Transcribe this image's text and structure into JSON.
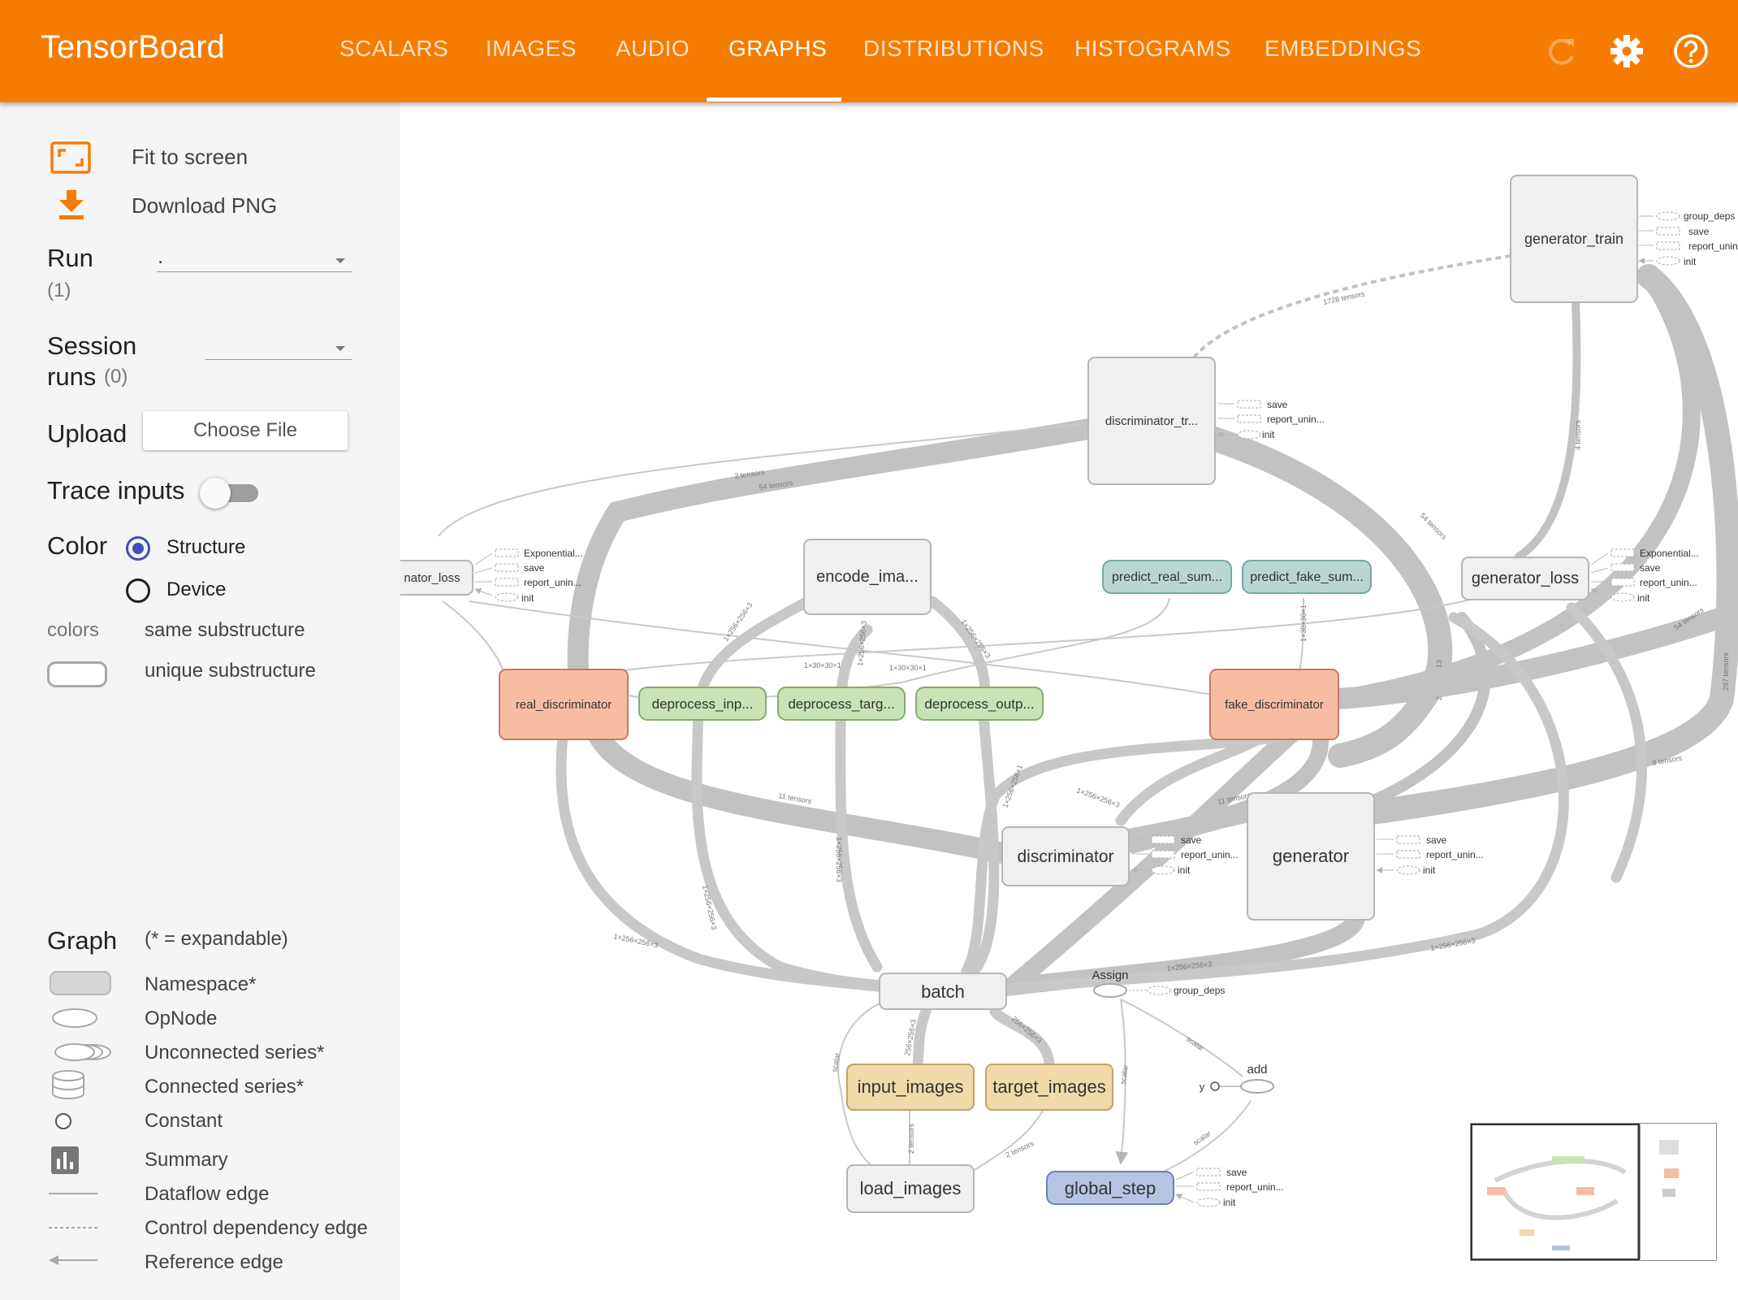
{
  "header": {
    "brand": "TensorBoard",
    "tabs": [
      {
        "label": "SCALARS"
      },
      {
        "label": "IMAGES"
      },
      {
        "label": "AUDIO"
      },
      {
        "label": "GRAPHS",
        "active": true
      },
      {
        "label": "DISTRIBUTIONS"
      },
      {
        "label": "HISTOGRAMS"
      },
      {
        "label": "EMBEDDINGS"
      }
    ],
    "icons": [
      "refresh-icon",
      "settings-gear-icon",
      "help-icon"
    ],
    "color": "#f57c00"
  },
  "sidebar": {
    "fit_to_screen": "Fit to screen",
    "download_png": "Download PNG",
    "run_label": "Run",
    "run_count": "(1)",
    "run_value": ".",
    "session_label_1": "Session",
    "session_label_2": "runs",
    "session_count": "(0)",
    "upload_label": "Upload",
    "choose_file": "Choose File",
    "trace_inputs": "Trace inputs",
    "color_label": "Color",
    "color_options": [
      "Structure",
      "Device"
    ],
    "colors_label": "colors",
    "same_substructure": "same substructure",
    "unique_substructure": "unique substructure",
    "graph_label": "Graph",
    "expandable_note": "(* = expandable)",
    "legend": [
      {
        "icon": "namespace-icon",
        "label": "Namespace*"
      },
      {
        "icon": "opnode-icon",
        "label": "OpNode"
      },
      {
        "icon": "unconnected-series-icon",
        "label": "Unconnected series*"
      },
      {
        "icon": "connected-series-icon",
        "label": "Connected series*"
      },
      {
        "icon": "constant-icon",
        "label": "Constant"
      },
      {
        "icon": "summary-icon",
        "label": "Summary"
      },
      {
        "icon": "dataflow-edge-icon",
        "label": "Dataflow edge"
      },
      {
        "icon": "control-dependency-edge-icon",
        "label": "Control dependency edge"
      },
      {
        "icon": "reference-edge-icon",
        "label": "Reference edge"
      }
    ],
    "accent": "#3f51b5"
  },
  "graph": {
    "nodes": {
      "generator_train": "generator_train",
      "discriminator_train": "discriminator_tr...",
      "discriminator_loss": "nator_loss",
      "encode_images": "encode_ima...",
      "predict_real": "predict_real_sum...",
      "predict_fake": "predict_fake_sum...",
      "generator_loss": "generator_loss",
      "real_discriminator": "real_discriminator",
      "deprocess_inputs": "deprocess_inp...",
      "deprocess_targets": "deprocess_targ...",
      "deprocess_outputs": "deprocess_outp...",
      "fake_discriminator": "fake_discriminator",
      "discriminator": "discriminator",
      "generator": "generator",
      "batch": "batch",
      "assign": "Assign",
      "add": "add",
      "y": "y",
      "input_images": "input_images",
      "target_images": "target_images",
      "load_images": "load_images",
      "global_step": "global_step"
    },
    "aux": {
      "group_deps": "group_deps",
      "save": "save",
      "report_unin": "report_unin...",
      "init": "init",
      "exponential": "Exponential...",
      "report_unin_short": "report_unin"
    },
    "edge_labels": {
      "e1728": "1728 tensors",
      "e54a": "54 tensors",
      "e2t": "2 tensors",
      "e54b": "54 tensors",
      "e4t": "4 tensors",
      "e54c": "54 tensors",
      "e297": "297 tensors",
      "e8t": "8 tensors",
      "e11a": "11 tensors",
      "e11b": "11 tensors",
      "s256a": "1×256×256×3",
      "s256b": "1×256×256×3",
      "s256c": "1×256×256×3",
      "s256d": "1×256×256×3",
      "s256e": "1×256×256×3",
      "s256f": "1×256×256×3",
      "s256g": "1×256×256×3",
      "s256h": "1×256×256×3",
      "s256i": "256×256×3",
      "s256j": "256×256×3",
      "s256k": "1×256×256×1",
      "s30a": "1×30×30×1",
      "s30b": "1×30×30×1",
      "s30c": "1×30×30×1",
      "scalar": "scalar",
      "e2tb": "2 tensors",
      "e2tc": "2 tensors",
      "n2": "2",
      "n13": "13",
      "aaa": "1×256×256×3"
    }
  },
  "colors": {
    "namespace_fill": "#f0f0f0",
    "namespace_stroke": "#b5b5b5",
    "real_fake_fill": "#f6bda3",
    "real_fake_stroke": "#c4796a",
    "deprocess_fill": "#c9e3b5",
    "deprocess_stroke": "#88aa70",
    "predict_fill": "#b8d7d3",
    "predict_stroke": "#77a8a2",
    "images_fill": "#f1d9a9",
    "images_stroke": "#bfa265",
    "global_step_fill": "#b7c3e3",
    "global_step_stroke": "#6e80b4",
    "edge": "#c2c2c2"
  }
}
